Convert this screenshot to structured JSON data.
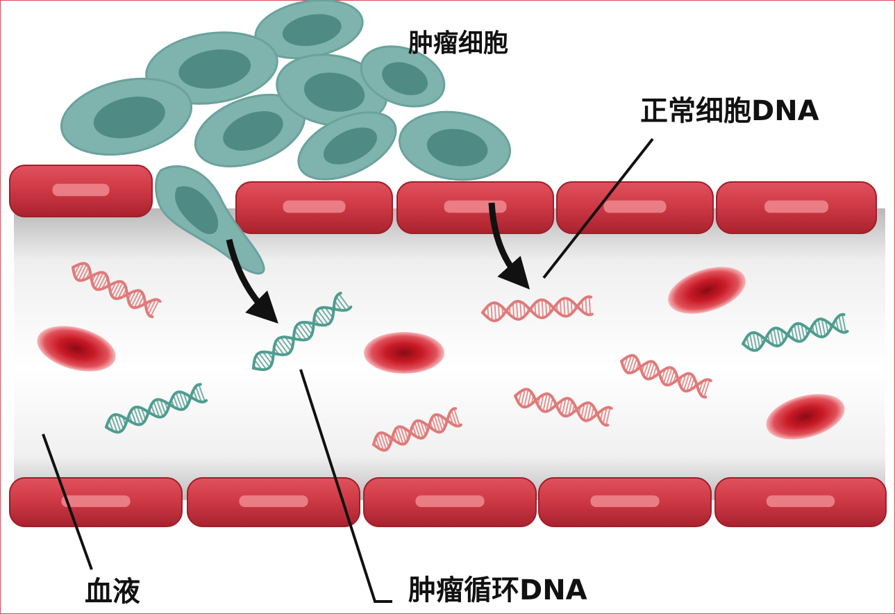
{
  "labels": {
    "tumor_cells": "肿瘤细胞",
    "normal_cell_dna": "正常细胞DNA",
    "blood": "血液",
    "circulating_tumor_dna": "肿瘤循环DNA"
  },
  "colors": {
    "vessel_wall": "#c8323f",
    "vessel_highlight": "#f08a8f",
    "tumor_cell": "#7fb3ad",
    "tumor_nucleus": "#4f8a84",
    "tumor_dna": "#4f9c90",
    "normal_dna": "#e07a7a",
    "red_blood_cell": "#c81a26",
    "blood_plasma": "#ececec",
    "frame_border": "#d94a5a",
    "leader_line": "#111111"
  },
  "icons": [
    "tumor-cell-icon",
    "dna-helix-icon",
    "red-blood-cell-icon",
    "arrow-icon"
  ]
}
